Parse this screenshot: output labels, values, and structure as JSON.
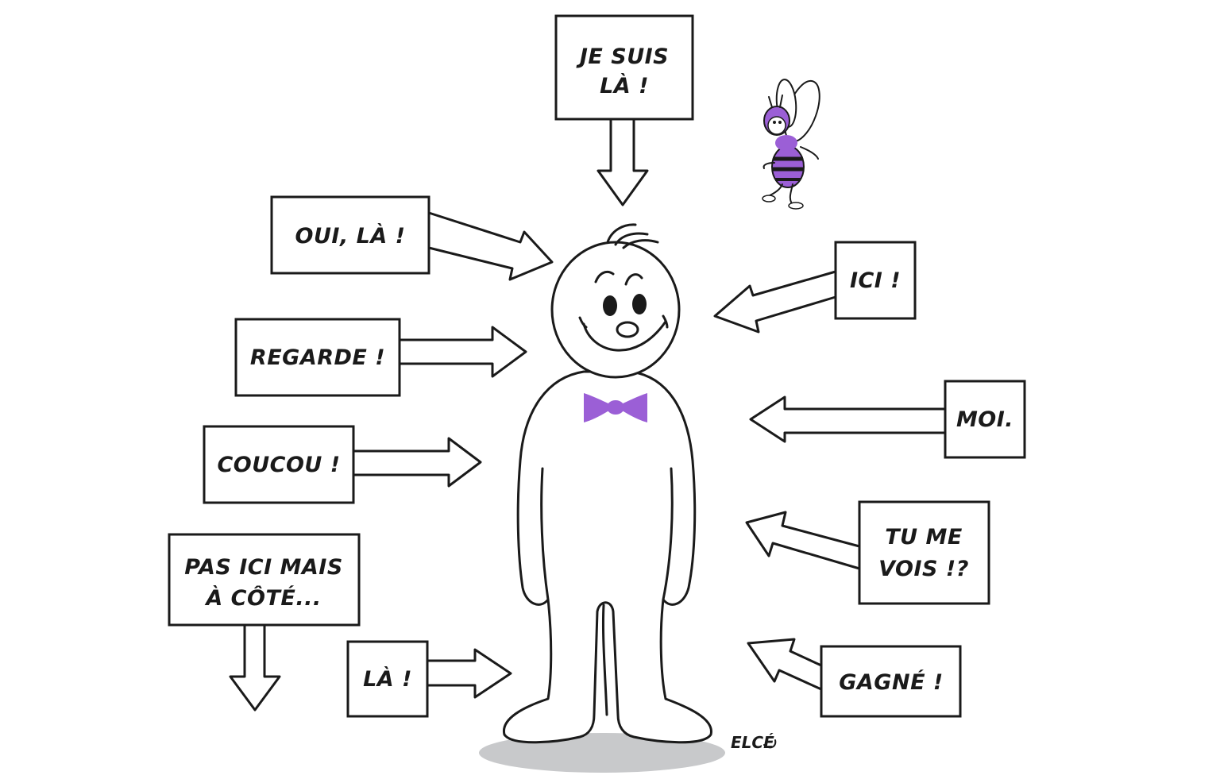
{
  "colors": {
    "ink": "#1a1a1a",
    "bow_tie": "#9b5fd6",
    "bee_body": "#9b5fd6",
    "shadow": "#c8c9cb"
  },
  "signs": {
    "je_suis_la": [
      "JE SUIS",
      "LÀ !"
    ],
    "oui_la": "OUI, LÀ !",
    "regarde": "REGARDE !",
    "coucou": "COUCOU !",
    "pas_ici": [
      "PAS ICI MAIS",
      "À CÔTÉ..."
    ],
    "la": "LÀ !",
    "ici": "ICI !",
    "moi": "MOI.",
    "tu_me_vois": [
      "TU ME",
      "VOIS !?"
    ],
    "gagne": "GAGNÉ !"
  },
  "signature": "ELCÉ",
  "icons": {
    "character": "smiling-figure-with-bow-tie",
    "bee": "purple-striped-bee"
  }
}
